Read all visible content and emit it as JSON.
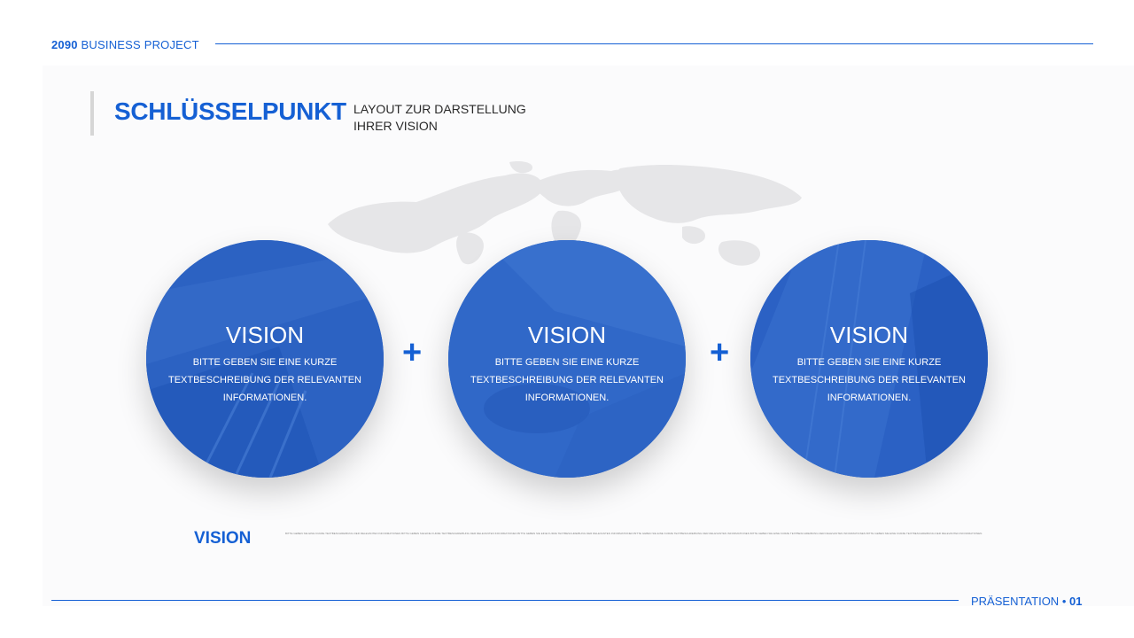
{
  "header": {
    "brand_year": "2090",
    "brand_name": "BUSINESS PROJECT"
  },
  "title": {
    "main": "SCHLÜSSELPUNKT",
    "sub": "LAYOUT ZUR DARSTELLUNG IHRER VISION"
  },
  "circles": [
    {
      "title": "VISION",
      "desc": "BITTE GEBEN SIE EINE KURZE TEXTBESCHREIBUNG DER RELEVANTEN INFORMATIONEN."
    },
    {
      "title": "VISION",
      "desc": "BITTE GEBEN SIE EINE KURZE TEXTBESCHREIBUNG DER RELEVANTEN INFORMATIONEN."
    },
    {
      "title": "VISION",
      "desc": "BITTE GEBEN SIE EINE KURZE TEXTBESCHREIBUNG DER RELEVANTEN INFORMATIONEN."
    }
  ],
  "plus_sign": "+",
  "bottom": {
    "title": "VISION",
    "text": "BITTE GEBEN SIE EINE KURZE TEXTBESCHREIBUNG DER RELEVANTEN INFORMATIONEN BITTE GEBEN SIE EINE KURZE TEXTBESCHREIBUNG DER RELEVANTEN INFORMATIONEN BITTE GEBEN SIE EINE KURZE TEXTBESCHREIBUNG DER RELEVANTEN INFORMATIONEN BITTE GEBEN SIE EINE KURZE TEXTBESCHREIBUNG DER RELEVANTEN INFORMATIONEN BITTE GEBEN SIE EINE KURZE TEXTBESCHREIBUNG DER RELEVANTEN INFORMATIONEN BITTE GEBEN SIE EINE KURZE TEXTBESCHREIBUNG DER RELEVANTEN INFORMATIONEN."
  },
  "footer": {
    "label": "PRÄSENTATION",
    "separator": "•",
    "page": "01"
  },
  "colors": {
    "accent": "#1560d4",
    "circle": "#2a63c6",
    "map": "#e6e6e8"
  }
}
